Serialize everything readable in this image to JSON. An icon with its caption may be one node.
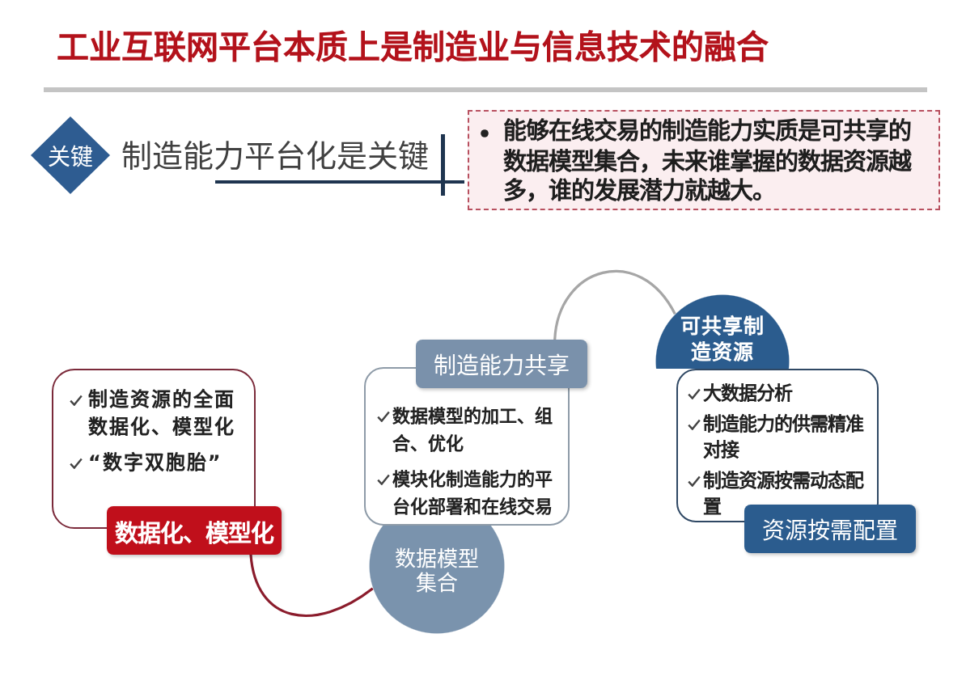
{
  "diagram": {
    "title": "工业互联网平台本质上是制造业与信息技术的融合",
    "nodes": [
      {
        "text": [
          "关键"
        ]
      },
      {
        "text": [
          "能够在线交易的制造能力实质是可共享的数据模型集合，未来谁掌握的数据资源越多，谁的发展潜力就越大。"
        ]
      },
      {
        "text": [
          "制造资源的全面数据化、模型化",
          "“数字双胞胎”"
        ]
      },
      {
        "text": [
          "数据化、模型化"
        ]
      },
      {
        "text": [
          "数据模型集合"
        ]
      },
      {
        "text": [
          "数据模型的加工、组合、优化",
          "模块化制造能力的平台化部署和在线交易"
        ]
      },
      {
        "text": [
          "制造能力共享"
        ]
      },
      {
        "text": [
          "可共享制造资源"
        ]
      },
      {
        "text": [
          "大数据分析",
          "制造能力的供需精准对接",
          "制造资源按需动态配置"
        ]
      },
      {
        "text": [
          "资源按需配置"
        ]
      }
    ],
    "edges": [
      {
        "from": 3,
        "to": 4,
        "arrow": "none",
        "color": "#8b1c2c"
      },
      {
        "from": 6,
        "to": 7,
        "arrow": "none",
        "color": "#a6a6a6"
      }
    ],
    "labels": [
      "制造能力平台化是关键"
    ]
  }
}
